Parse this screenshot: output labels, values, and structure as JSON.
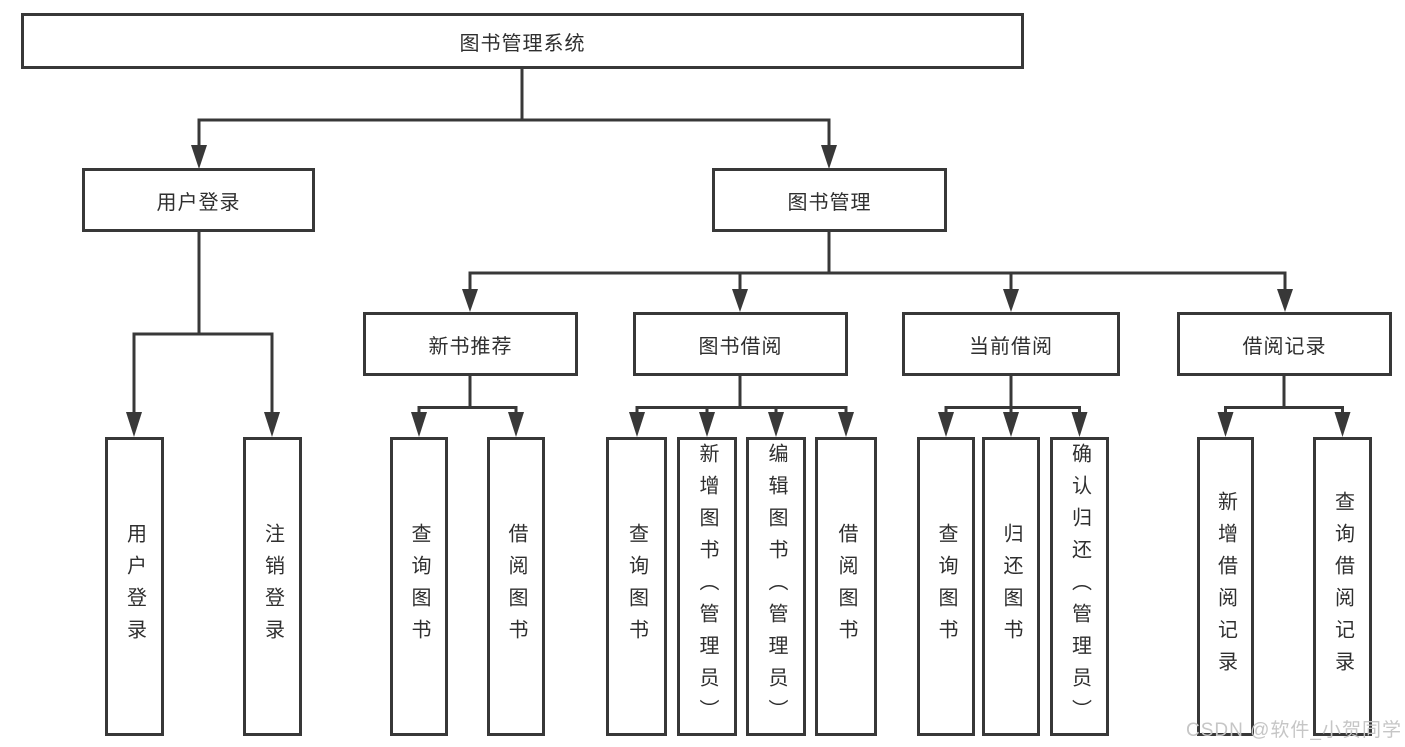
{
  "diagram": {
    "title": "图书管理系统",
    "tree": {
      "label": "图书管理系统",
      "children": [
        {
          "label": "用户登录",
          "children": [
            {
              "label": "用户登录"
            },
            {
              "label": "注销登录"
            }
          ]
        },
        {
          "label": "图书管理",
          "children": [
            {
              "label": "新书推荐",
              "children": [
                {
                  "label": "查询图书"
                },
                {
                  "label": "借阅图书"
                }
              ]
            },
            {
              "label": "图书借阅",
              "children": [
                {
                  "label": "查询图书"
                },
                {
                  "label": "新增图书（管理员）"
                },
                {
                  "label": "编辑图书（管理员）"
                },
                {
                  "label": "借阅图书"
                }
              ]
            },
            {
              "label": "当前借阅",
              "children": [
                {
                  "label": "查询图书"
                },
                {
                  "label": "归还图书"
                },
                {
                  "label": "确认归还（管理员）"
                }
              ]
            },
            {
              "label": "借阅记录",
              "children": [
                {
                  "label": "新增借阅记录"
                },
                {
                  "label": "查询借阅记录"
                }
              ]
            }
          ]
        }
      ]
    },
    "watermark": "CSDN @软件_小贺同学",
    "colors": {
      "line": "#383838",
      "box_background": "#ffffff",
      "text": "#2f2f2f",
      "watermark": "#c6c6c6"
    }
  }
}
